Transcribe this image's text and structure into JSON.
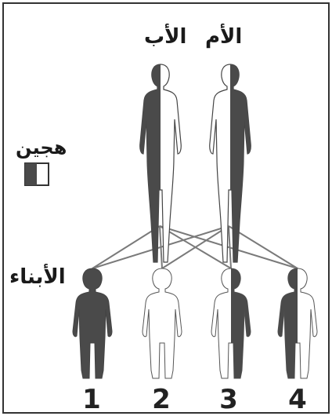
{
  "labels": {
    "father": "الأب",
    "mother": "الأم",
    "hybrid": "هجين",
    "children": "الأبناء"
  },
  "children": [
    {
      "number": "1",
      "pattern": "dark-full"
    },
    {
      "number": "2",
      "pattern": "light-full"
    },
    {
      "number": "3",
      "pattern": "half-dark-right"
    },
    {
      "number": "4",
      "pattern": "half-dark-left"
    }
  ],
  "colors": {
    "dark": "#4a4a4a",
    "light": "#ffffff",
    "outline": "#444444",
    "cross_lines": "#7a7a7a",
    "text": "#1a1a1a"
  }
}
